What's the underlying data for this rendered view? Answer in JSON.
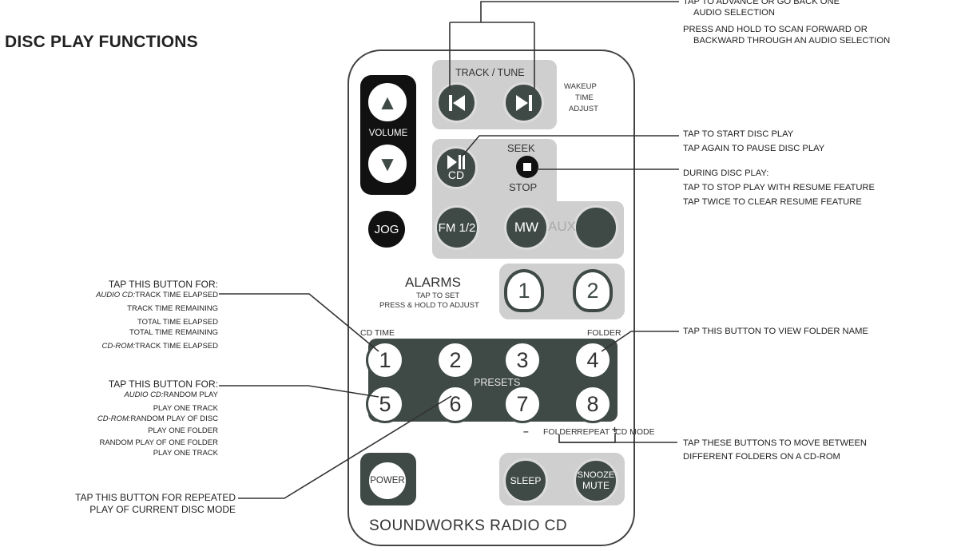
{
  "title": "DISC PLAY FUNCTIONS",
  "remote": {
    "brand": "SOUNDWORKS RADIO CD",
    "track_tune": "TRACK / TUNE",
    "wakeup": "WAKEUP",
    "time": "TIME",
    "adjust": "ADJUST",
    "volume": "VOLUME",
    "cd_label": "CD",
    "seek": "SEEK",
    "stop": "STOP",
    "jog": "JOG",
    "fm": "FM 1/2",
    "mw": "MW",
    "aux": "AUX",
    "alarms": "ALARMS",
    "alarm_tap": "TAP TO SET",
    "alarm_hold": "PRESS & HOLD TO ADJUST",
    "alarm1": "1",
    "alarm2": "2",
    "cd_time": "CD TIME",
    "folder": "FOLDER",
    "presets_label": "PRESETS",
    "presets": [
      "1",
      "2",
      "3",
      "4",
      "5",
      "6",
      "7",
      "8"
    ],
    "folder_minus": "–",
    "folder_word": "FOLDER",
    "folder_plus": "+",
    "repeat": "REPEAT",
    "cd_mode": "CD MODE",
    "power": "POWER",
    "sleep": "SLEEP",
    "snooze": "SNOOZE",
    "mute": "MUTE"
  },
  "callouts": {
    "track": [
      "TAP TO ADVANCE OR GO BACK ONE",
      "AUDIO SELECTION",
      "PRESS AND HOLD TO SCAN FORWARD OR",
      "BACKWARD THROUGH AN AUDIO SELECTION"
    ],
    "play": [
      "TAP TO START DISC PLAY",
      "TAP AGAIN TO PAUSE DISC PLAY"
    ],
    "stop": [
      "DURING DISC PLAY:",
      "TAP TO STOP PLAY WITH RESUME FEATURE",
      "TAP TWICE TO CLEAR RESUME FEATURE"
    ],
    "btn1": {
      "head": "TAP THIS BUTTON FOR:",
      "audio_cd": "AUDIO CD:",
      "l1": "TRACK TIME ELAPSED",
      "l2": "TRACK TIME REMAINING",
      "l3": "TOTAL TIME ELAPSED",
      "l4": "TOTAL TIME REMAINING",
      "cd_rom": "CD-ROM:",
      "l5": "TRACK TIME ELAPSED"
    },
    "btn5": {
      "head": "TAP THIS BUTTON FOR:",
      "audio_cd": "AUDIO CD:",
      "l1": "RANDOM PLAY",
      "l2": "PLAY ONE TRACK",
      "cd_rom": "CD-ROM:",
      "l3": "RANDOM PLAY OF DISC",
      "l4": "PLAY ONE FOLDER",
      "l5": "RANDOM PLAY OF ONE FOLDER",
      "l6": "PLAY ONE TRACK"
    },
    "btn6": [
      "TAP THIS BUTTON FOR REPEATED",
      "PLAY OF CURRENT DISC MODE"
    ],
    "btn4": "TAP THIS BUTTON TO VIEW FOLDER NAME",
    "folders": [
      "TAP THESE BUTTONS TO MOVE BETWEEN",
      "DIFFERENT FOLDERS ON A CD-ROM"
    ]
  },
  "colors": {
    "button_dark": "#3f4a46",
    "panel": "#cfcfcf",
    "outline": "#444444"
  }
}
